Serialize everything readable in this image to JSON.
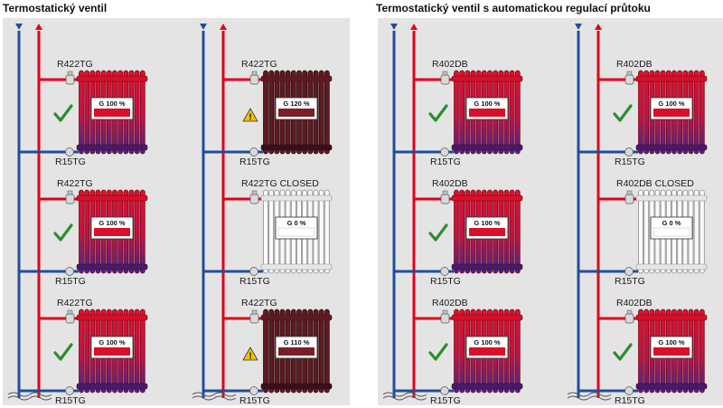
{
  "headings": {
    "left": "Termostatický ventil",
    "right": "Termostatický ventil s automatickou regulací průtoku"
  },
  "colors": {
    "supply": "#e3001b",
    "return": "#1f4e9c",
    "hot": "#d8102b",
    "overheated": "#5e1a22",
    "closed": "#f5f5f5",
    "ok": "#2e8b2e",
    "warning": "#f2c200"
  },
  "icons": {
    "ok": "check-icon",
    "warn": "warning-triangle-icon",
    "valve": "valve-icon",
    "arrow_down": "arrow-down-icon",
    "arrow_up": "arrow-up-icon"
  },
  "panels": [
    {
      "columns": [
        {
          "units": [
            {
              "valve_label": "R422TG",
              "lock_label": "R15TG",
              "flow_label": "G 100 %",
              "flow_percent": 100,
              "state": "ok"
            },
            {
              "valve_label": "R422TG",
              "lock_label": "R15TG",
              "flow_label": "G 100 %",
              "flow_percent": 100,
              "state": "ok"
            },
            {
              "valve_label": "R422TG",
              "lock_label": "R15TG",
              "flow_label": "G 100 %",
              "flow_percent": 100,
              "state": "ok"
            }
          ]
        },
        {
          "units": [
            {
              "valve_label": "R422TG",
              "lock_label": "R15TG",
              "flow_label": "G 120 %",
              "flow_percent": 120,
              "state": "warn"
            },
            {
              "valve_label": "R422TG CLOSED",
              "lock_label": "R15TG",
              "flow_label": "G 0 %",
              "flow_percent": 0,
              "state": "closed"
            },
            {
              "valve_label": "R422TG",
              "lock_label": "R15TG",
              "flow_label": "G 110 %",
              "flow_percent": 110,
              "state": "warn"
            }
          ]
        }
      ]
    },
    {
      "columns": [
        {
          "units": [
            {
              "valve_label": "R402DB",
              "lock_label": "R15TG",
              "flow_label": "G 100 %",
              "flow_percent": 100,
              "state": "ok"
            },
            {
              "valve_label": "R402DB",
              "lock_label": "R15TG",
              "flow_label": "G 100 %",
              "flow_percent": 100,
              "state": "ok"
            },
            {
              "valve_label": "R402DB",
              "lock_label": "R15TG",
              "flow_label": "G 100 %",
              "flow_percent": 100,
              "state": "ok"
            }
          ]
        },
        {
          "units": [
            {
              "valve_label": "R402DB",
              "lock_label": "R15TG",
              "flow_label": "G 100 %",
              "flow_percent": 100,
              "state": "ok"
            },
            {
              "valve_label": "R402DB CLOSED",
              "lock_label": "R15TG",
              "flow_label": "G 0 %",
              "flow_percent": 0,
              "state": "closed"
            },
            {
              "valve_label": "R402DB",
              "lock_label": "R15TG",
              "flow_label": "G 100 %",
              "flow_percent": 100,
              "state": "ok"
            }
          ]
        }
      ]
    }
  ]
}
